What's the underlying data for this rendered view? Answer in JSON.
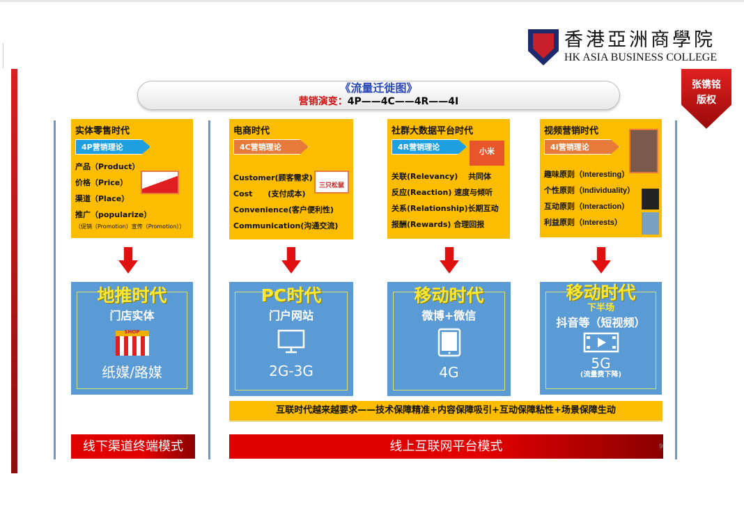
{
  "logo": {
    "cn": "香港亞洲商學院",
    "en": "HK ASIA BUSINESS COLLEGE"
  },
  "title": {
    "main": "《流量迁徙图》",
    "sub_label": "营销演变：",
    "sub_value": "4P——4C——4R——4I"
  },
  "ribbon": {
    "line1": "张镌铭",
    "line2": "版权"
  },
  "eras": [
    {
      "heading": "实体零售时代",
      "theory": "4P营销理论",
      "lines": [
        "产品（Product）",
        "价格（Price）",
        "渠道（Place）",
        "推广（popularize）"
      ],
      "note": "（促销（Promotion）宣传（Promotion））"
    },
    {
      "heading": "电商时代",
      "theory": "4C营销理论",
      "lines": [
        "Customer(顾客需求)",
        "Cost　　(支付成本)",
        "Convenience(客户便利性)",
        "Communication(沟通交流)"
      ],
      "image_text": "三只松鼠"
    },
    {
      "heading": "社群大数据平台时代",
      "theory": "4R营销理论",
      "lines": [
        "关联(Relevancy)　 共同体",
        "反应(Reaction)  速度与倾听",
        "关系(Relationship)长期互动",
        "报酬(Rewards)  合理回报"
      ],
      "image_text": "小米"
    },
    {
      "heading": "视频营销时代",
      "theory": "4I营销理论",
      "lines": [
        "趣味原则（Interesting）",
        "个性原则（Individuality）",
        "互动原则（Interaction）",
        "利益原则（Interests）"
      ]
    }
  ],
  "stages": [
    {
      "title": "地推时代",
      "subtitle": "门店实体",
      "icon_text": "SHOP",
      "media": "纸媒/路媒"
    },
    {
      "title": "PC时代",
      "subtitle": "门户网站",
      "media": "2G-3G"
    },
    {
      "title": "移动时代",
      "subtitle": "微博+微信",
      "media": "4G"
    },
    {
      "title": "移动时代",
      "half": "下半场",
      "subtitle": "抖音等（短视频）",
      "media": "5G",
      "note": "(流量费下降)"
    }
  ],
  "banner": "互联时代越来越要求——技术保障精准+内容保障吸引+互动保障粘性+场景保障生动",
  "modes": {
    "offline": "线下渠道终端模式",
    "online": "线上互联网平台模式"
  },
  "page_number": "9"
}
